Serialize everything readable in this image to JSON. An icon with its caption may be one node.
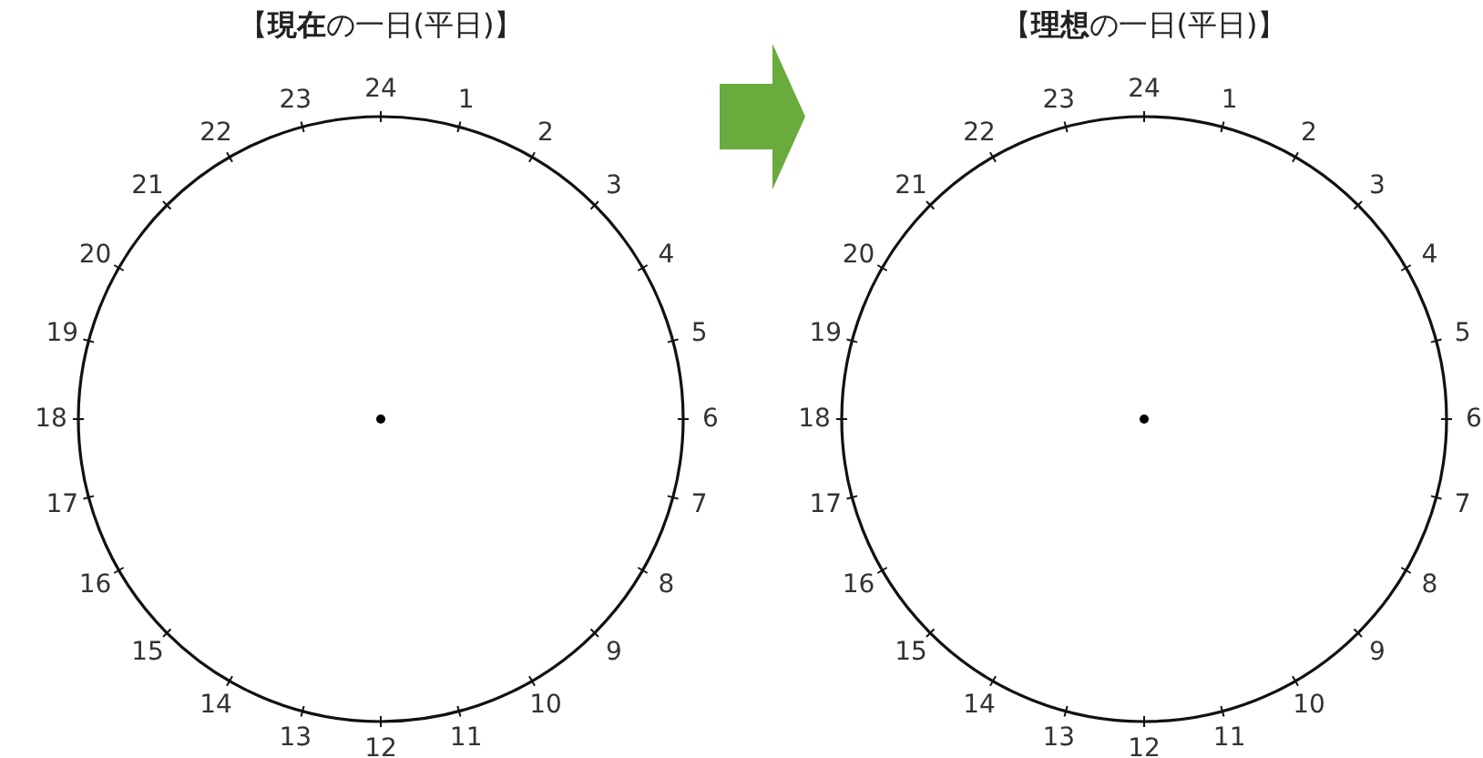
{
  "diagram": {
    "nodes": [
      {
        "text": [
          "【**現在**の一日(平日)】"
        ],
        "beside": [
          "24",
          "1",
          "2",
          "3",
          "4",
          "5",
          "6",
          "7",
          "8",
          "9",
          "10",
          "11",
          "12",
          "13",
          "14",
          "15",
          "16",
          "17",
          "18",
          "19",
          "20",
          "21",
          "22",
          "23"
        ]
      },
      {
        "text": [
          "【**理想**の一日(平日)】"
        ],
        "beside": [
          "24",
          "1",
          "2",
          "3",
          "4",
          "5",
          "6",
          "7",
          "8",
          "9",
          "10",
          "11",
          "12",
          "13",
          "14",
          "15",
          "16",
          "17",
          "18",
          "19",
          "20",
          "21",
          "22",
          "23"
        ]
      }
    ],
    "edges": [
      {
        "from": 0,
        "to": 1,
        "arrow": "to",
        "color": "#6aab3e",
        "style": "thick"
      }
    ]
  }
}
